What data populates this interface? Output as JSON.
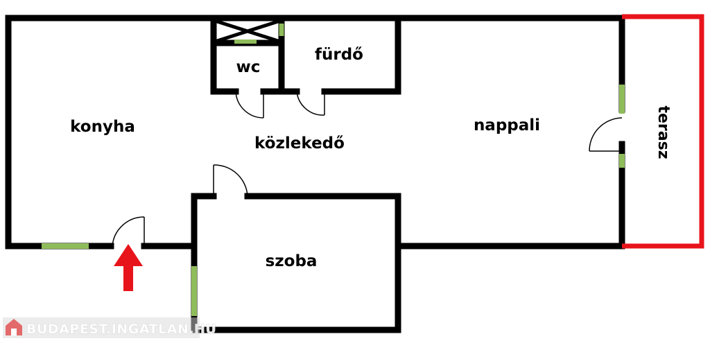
{
  "plan": {
    "rooms": {
      "konyha": "konyha",
      "kozlekedo": "közlekedő",
      "wc": "wc",
      "furdo": "fürdő",
      "nappali": "nappali",
      "szoba": "szoba",
      "terasz": "terasz"
    },
    "colors": {
      "wall": "#000000",
      "window": "#8fbc5a",
      "terrace_outline": "#e8141b",
      "entrance_arrow": "#e8141b"
    },
    "icons": {
      "entrance": "red-arrow-up",
      "watermark_logo": "house-icon"
    }
  },
  "watermark": {
    "text": "BUDAPEST.INGATLAN.HU"
  }
}
